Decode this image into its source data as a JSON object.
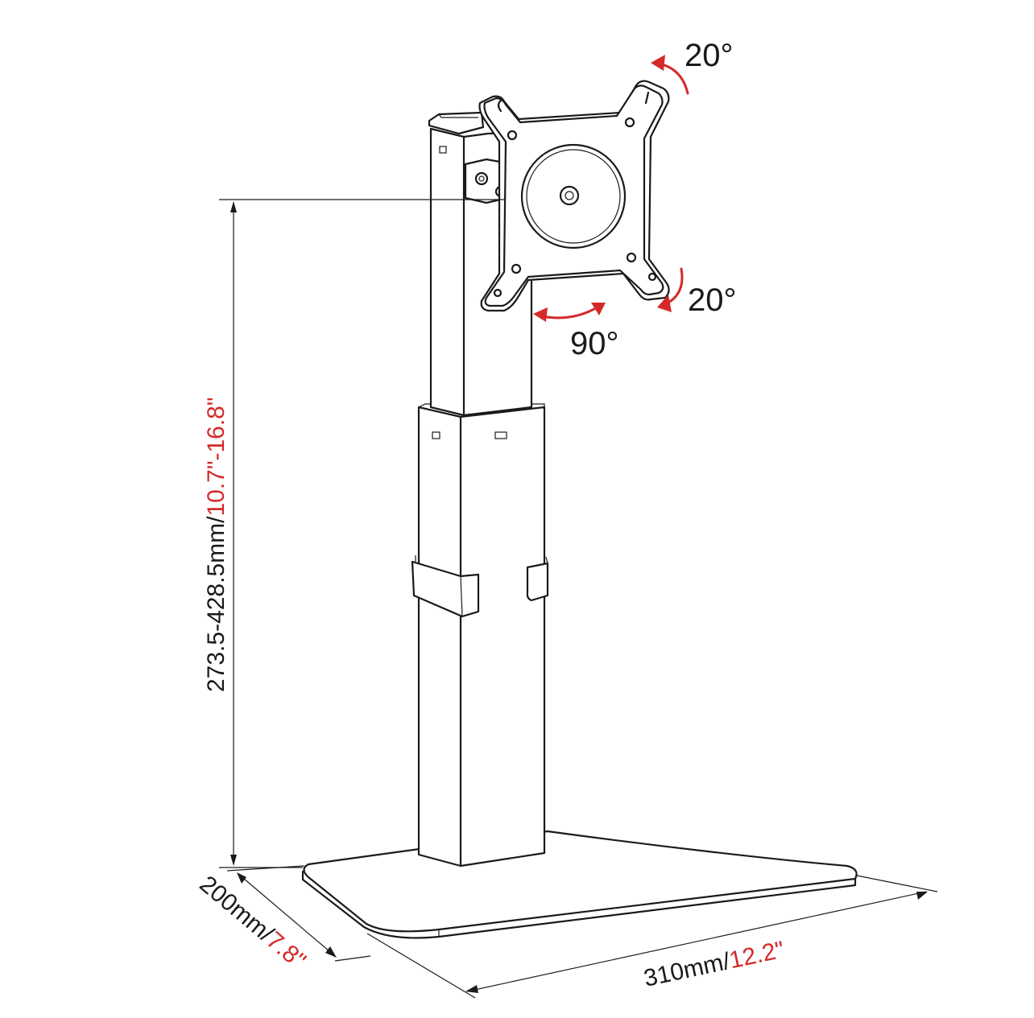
{
  "dimensions": {
    "height": {
      "metric": "273.5-428.5mm/",
      "imperial": "10.7\"-16.8\""
    },
    "depth": {
      "metric": "200mm/",
      "imperial": "7.8\""
    },
    "width": {
      "metric": "310mm/",
      "imperial": "12.2\""
    }
  },
  "angles": {
    "tilt_top": "20°",
    "tilt_bottom": "20°",
    "rotation": "90°"
  },
  "colors": {
    "line": "#1a1a1a",
    "imperial_text": "#d42a2a",
    "arrows": "#d42a2a"
  }
}
